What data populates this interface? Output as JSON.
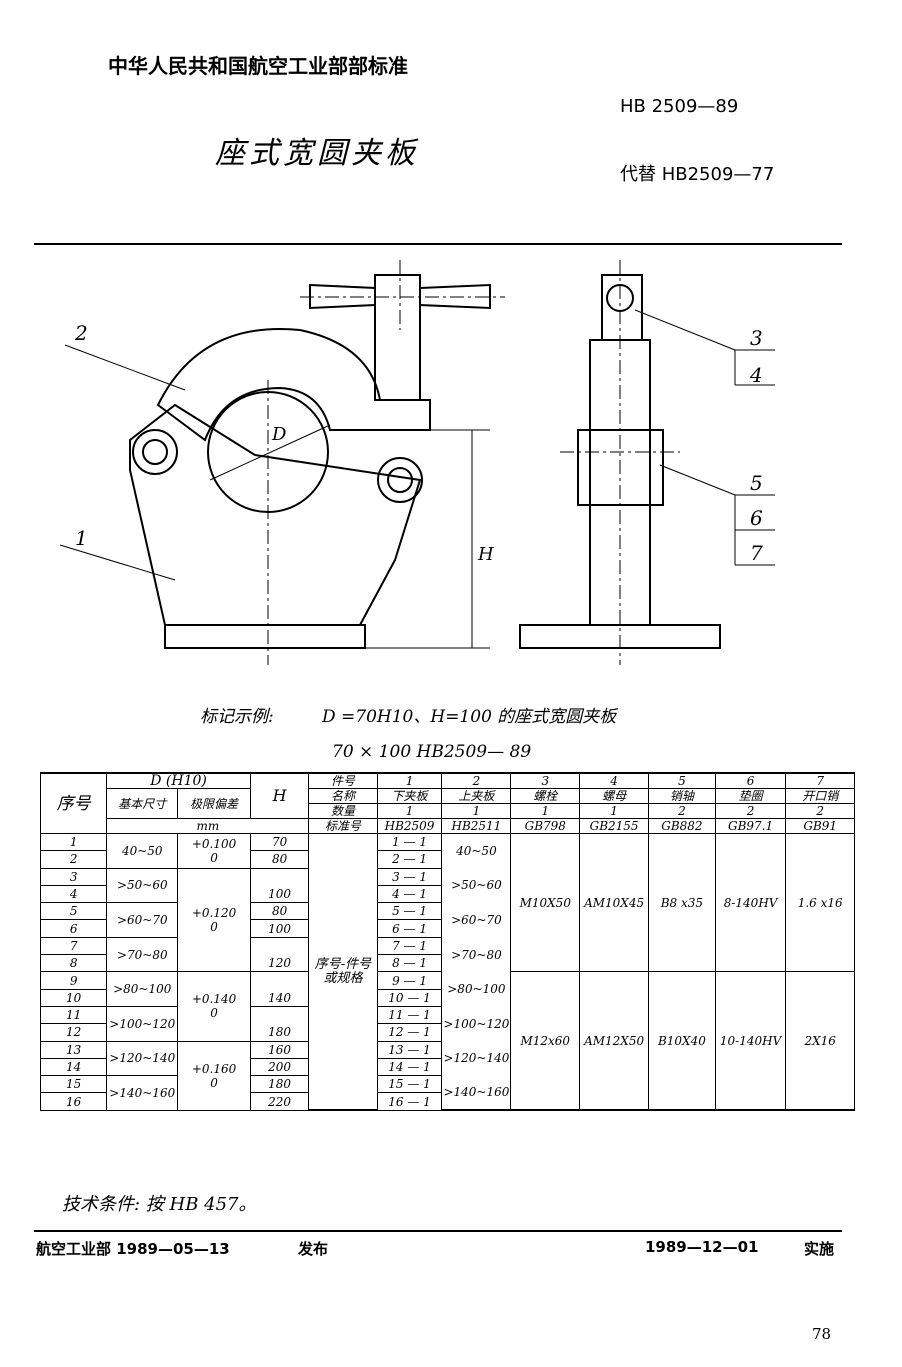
{
  "header": {
    "org": "中华人民共和国航空工业部部标准",
    "std_code": "HB 2509—89",
    "title": "座式宽圆夹板",
    "replaces": "代替 HB2509—77"
  },
  "drawing": {
    "labels": [
      "1",
      "2",
      "3",
      "4",
      "5",
      "6",
      "7"
    ],
    "dim_d": "D",
    "dim_h": "H"
  },
  "marking": {
    "label": "标记示例:",
    "text": "D =70H10、H=100 的座式宽圆夹板",
    "code": "70 × 100    HB2509— 89"
  },
  "table": {
    "col_seq": "序号",
    "col_d": "D (H10)",
    "col_d_basic": "基本尺寸",
    "col_d_tol": "极限偏差",
    "col_h": "H",
    "unit": "mm",
    "row_labels": [
      "件号",
      "名称",
      "数量",
      "标准号"
    ],
    "parts": [
      {
        "no": "1",
        "name": "下夹板",
        "qty": "1",
        "std": "HB2509"
      },
      {
        "no": "2",
        "name": "上夹板",
        "qty": "1",
        "std": "HB2511"
      },
      {
        "no": "3",
        "name": "螺栓",
        "qty": "1",
        "std": "GB798"
      },
      {
        "no": "4",
        "name": "螺母",
        "qty": "1",
        "std": "GB2155"
      },
      {
        "no": "5",
        "name": "销轴",
        "qty": "2",
        "std": "GB882"
      },
      {
        "no": "6",
        "name": "垫圈",
        "qty": "2",
        "std": "GB97.1"
      },
      {
        "no": "7",
        "name": "开口销",
        "qty": "2",
        "std": "GB91"
      }
    ],
    "merged_label": "序号-件号 或规格",
    "rows": [
      {
        "seq": "1",
        "d": "40~50",
        "h": "70",
        "p1": "1 — 1",
        "p2": "40~50"
      },
      {
        "seq": "2",
        "d": "",
        "h": "80",
        "p1": "2 — 1",
        "p2": ""
      },
      {
        "seq": "3",
        "d": ">50~60",
        "h": "",
        "p1": "3 — 1",
        "p2": ">50~60"
      },
      {
        "seq": "4",
        "d": "",
        "h": "100",
        "p1": "4 — 1",
        "p2": ""
      },
      {
        "seq": "5",
        "d": ">60~70",
        "h": "80",
        "p1": "5 — 1",
        "p2": ">60~70"
      },
      {
        "seq": "6",
        "d": "",
        "h": "100",
        "p1": "6 — 1",
        "p2": ""
      },
      {
        "seq": "7",
        "d": ">70~80",
        "h": "",
        "p1": "7 — 1",
        "p2": ">70~80"
      },
      {
        "seq": "8",
        "d": "",
        "h": "120",
        "p1": "8 — 1",
        "p2": ""
      },
      {
        "seq": "9",
        "d": ">80~100",
        "h": "",
        "p1": "9 — 1",
        "p2": ">80~100"
      },
      {
        "seq": "10",
        "d": "",
        "h": "140",
        "p1": "10 — 1",
        "p2": ""
      },
      {
        "seq": "11",
        "d": ">100~120",
        "h": "",
        "p1": "11 — 1",
        "p2": ">100~120"
      },
      {
        "seq": "12",
        "d": "",
        "h": "180",
        "p1": "12 — 1",
        "p2": ""
      },
      {
        "seq": "13",
        "d": ">120~140",
        "h": "160",
        "p1": "13 — 1",
        "p2": ">120~140"
      },
      {
        "seq": "14",
        "d": "",
        "h": "200",
        "p1": "14 — 1",
        "p2": ""
      },
      {
        "seq": "15",
        "d": ">140~160",
        "h": "180",
        "p1": "15 — 1",
        "p2": ">140~160"
      },
      {
        "seq": "16",
        "d": "",
        "h": "220",
        "p1": "16 — 1",
        "p2": ""
      }
    ],
    "tol": [
      "+0.100\n0",
      "+0.120\n0",
      "+0.140\n0",
      "+0.160\n0"
    ],
    "group_a": {
      "bolt": "M10X50",
      "nut": "AM10X45",
      "pin": "B8 x35",
      "washer": "8-140HV",
      "cotter": "1.6 x16"
    },
    "group_b": {
      "bolt": "M12x60",
      "nut": "AM12X50",
      "pin": "B10X40",
      "washer": "10-140HV",
      "cotter": "2X16"
    }
  },
  "tech": "技术条件:   按 HB 457。",
  "footer": {
    "issuer": "航空工业部 1989—05—13",
    "issue": "发布",
    "impl_date": "1989—12—01",
    "impl": "实施"
  },
  "page_number": "78"
}
